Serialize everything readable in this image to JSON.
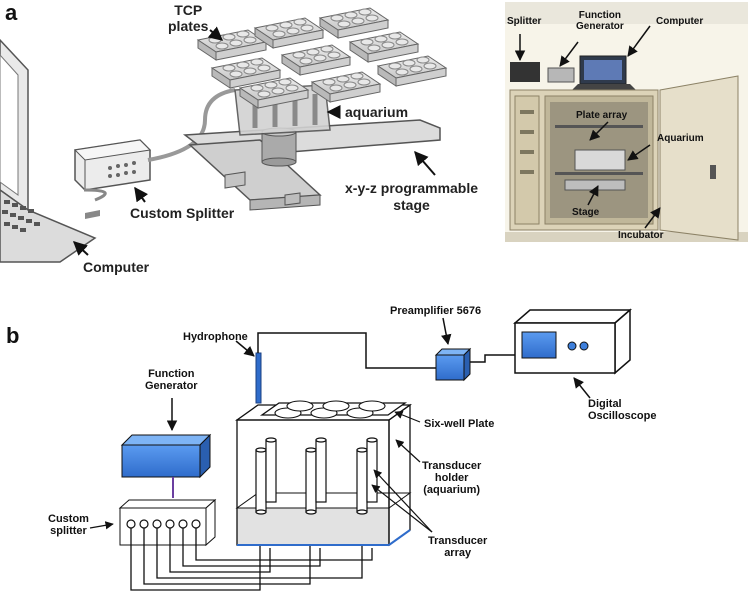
{
  "panel_a": {
    "letter": "a",
    "tcp_plates": "TCP\nplates",
    "aquarium": "aquarium",
    "stage": "x-y-z programmable\nstage",
    "splitter": "Custom Splitter",
    "computer": "Computer",
    "photo": {
      "splitter": "Splitter",
      "function_generator": "Function\nGenerator",
      "computer": "Computer",
      "plate_array": "Plate array",
      "aquarium": "Aquarium",
      "stage": "Stage",
      "incubator": "Incubator"
    }
  },
  "panel_b": {
    "letter": "b",
    "preamplifier": "Preamplifier 5676",
    "hydrophone": "Hydrophone",
    "function_generator": "Function\nGenerator",
    "oscilloscope": "Digital\nOscilloscope",
    "six_well_plate": "Six-well Plate",
    "transducer_holder": "Transducer\nholder\n(aquarium)",
    "custom_splitter": "Custom\nsplitter",
    "transducer_array": "Transducer\narray"
  },
  "colors": {
    "device_blue": "#3d7fdb",
    "render_gray": "#d6d6d6",
    "water_gray": "#e2e2e2",
    "photo_beige": "#dcd3b8"
  }
}
